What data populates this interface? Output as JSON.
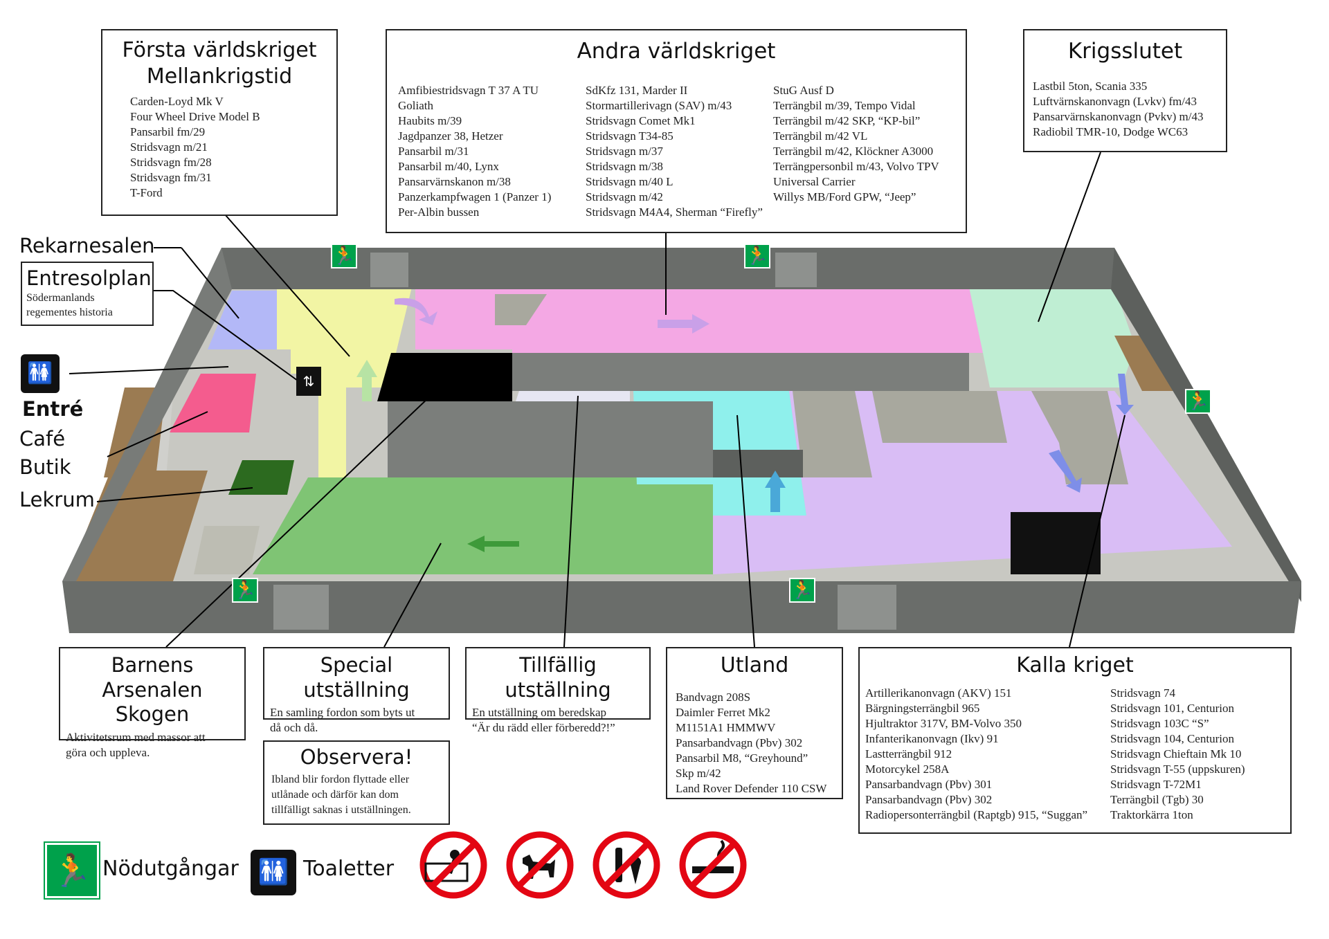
{
  "sections": {
    "first_ww": {
      "title1": "Första världskriget",
      "title2": "Mellankrigstid",
      "items": [
        "Carden-Loyd Mk V",
        "Four Wheel Drive Model B",
        "Pansarbil fm/29",
        "Stridsvagn m/21",
        "Stridsvagn fm/28",
        "Stridsvagn fm/31",
        "T-Ford"
      ]
    },
    "second_ww": {
      "title": "Andra världskriget",
      "col1": [
        "Amfibiestridsvagn T 37 A TU",
        "Goliath",
        "Haubits m/39",
        "Jagdpanzer 38, Hetzer",
        "Pansarbil m/31",
        "Pansarbil m/40, Lynx",
        "Pansarvärnskanon m/38",
        "Panzerkampfwagen 1 (Panzer 1)",
        "Per-Albin bussen"
      ],
      "col2": [
        "SdKfz 131, Marder II",
        "Stormartillerivagn (SAV) m/43",
        "Stridsvagn Comet Mk1",
        "Stridsvagn T34-85",
        "Stridsvagn m/37",
        "Stridsvagn m/38",
        "Stridsvagn m/40 L",
        "Stridsvagn m/42",
        "Stridsvagn M4A4, Sherman “Firefly”"
      ],
      "col3": [
        "StuG Ausf D",
        "Terrängbil m/39, Tempo Vidal",
        "Terrängbil m/42 SKP, “KP-bil”",
        "Terrängbil m/42 VL",
        "Terrängbil m/42, Klöckner A3000",
        "Terrängpersonbil m/43, Volvo TPV",
        "Universal Carrier",
        "Willys MB/Ford GPW, “Jeep”"
      ]
    },
    "war_end": {
      "title": "Krigsslutet",
      "items": [
        "Lastbil 5ton, Scania 335",
        "Luftvärnskanonvagn (Lvkv) fm/43",
        "Pansarvärnskanonvagn (Pvkv) m/43",
        "Radiobil TMR-10, Dodge WC63"
      ]
    },
    "barnens": {
      "title1": "Barnens Arsenalen",
      "title2": "Skogen",
      "desc": [
        "Aktivitetsrum med massor att",
        "göra och uppleva."
      ]
    },
    "special": {
      "title": "Special utställning",
      "desc": [
        "En samling fordon som byts ut",
        "då och då."
      ]
    },
    "temporary": {
      "title": "Tillfällig utställning",
      "desc": [
        "En utställning om beredskap",
        "“Är du rädd eller förberedd?!”"
      ]
    },
    "abroad": {
      "title": "Utland",
      "items": [
        "Bandvagn 208S",
        "Daimler Ferret Mk2",
        "M1151A1 HMMWV",
        "Pansarbandvagn (Pbv) 302",
        "Pansarbil M8, “Greyhound”",
        "Skp m/42",
        "Land Rover Defender 110 CSW"
      ]
    },
    "cold_war": {
      "title": "Kalla kriget",
      "col1": [
        "Artillerikanonvagn (AKV) 151",
        "Bärgningsterrängbil 965",
        "Hjultraktor 317V, BM-Volvo 350",
        "Infanterikanonvagn (Ikv) 91",
        "Lastterrängbil 912",
        "Motorcykel 258A",
        "Pansarbandvagn (Pbv) 301",
        "Pansarbandvagn (Pbv) 302",
        "Radiopersonterrängbil (Raptgb) 915, “Suggan”"
      ],
      "col2": [
        "Stridsvagn 74",
        "Stridsvagn 101, Centurion",
        "Stridsvagn 103C “S”",
        "Stridsvagn 104, Centurion",
        "Stridsvagn Chieftain Mk 10",
        "Stridsvagn T-55 (uppskuren)",
        "Stridsvagn T-72M1",
        "Terrängbil (Tgb) 30",
        "Traktorkärra 1ton"
      ]
    },
    "observe": {
      "title": "Observera!",
      "desc": [
        "Ibland blir fordon flyttade eller",
        "utlånade och därför kan dom",
        "tillfälligt saknas i utställningen."
      ]
    },
    "entresol": {
      "title": "Entresolplan",
      "desc": [
        "Södermanlands",
        "regementes historia"
      ]
    }
  },
  "side_labels": {
    "rekarnesalen": "Rekarnesalen",
    "entre": "Entré",
    "cafe": "Café",
    "butik": "Butik",
    "lekrum": "Lekrum"
  },
  "legend": {
    "exits": "Nödutgångar",
    "toilets": "Toaletter"
  },
  "prohibitions": [
    "no-climbing-icon",
    "no-dogs-icon",
    "no-food-drink-icon",
    "no-smoking-icon"
  ],
  "colors": {
    "pink_zone": "#f4a8e4",
    "yellow_zone": "#f2f5a4",
    "green_zone": "#7fc474",
    "cyan_zone": "#8ff0ec",
    "purple_zone": "#d9bdf5",
    "mint_zone": "#bfeed3",
    "red_zone": "#f45c8e",
    "blue_zone": "#b3b8f7",
    "dark_green_zone": "#2c6a1f",
    "wall": "#6a6d6a",
    "exit_green": "#00a14b"
  }
}
